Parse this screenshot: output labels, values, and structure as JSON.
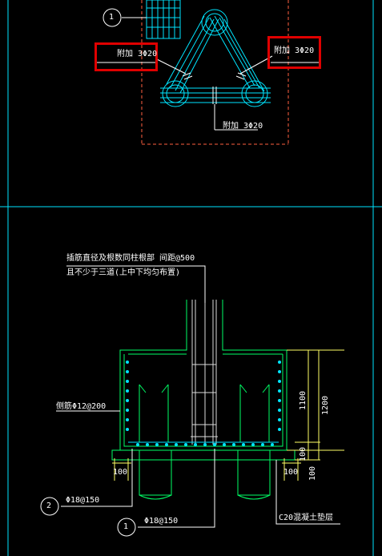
{
  "top_view": {
    "callout_number": "1",
    "added_bars_left": "附加 3Φ20",
    "added_bars_right": "附加 3Φ20",
    "added_bars_bottom": "附加 3Φ20"
  },
  "section_view": {
    "note_line1": "插筋直径及根数同柱根部  间距@500",
    "note_line2": "且不少于三道(上中下均匀布置)",
    "side_rebar": "侧筋Φ12@200",
    "dim_1100": "1100",
    "dim_1200": "1200",
    "dim_100_right_a": "100",
    "dim_100_right_b": "100",
    "dim_100_left": "100",
    "dim_100_bottom_right": "100",
    "bar2_number": "2",
    "bar2_label": "Φ18@150",
    "bar1_number": "1",
    "bar1_label": "Φ18@150",
    "cushion_label": "C20混凝土垫层"
  },
  "colors": {
    "frame": "#00e5ff",
    "concrete": "#00ff66",
    "rebar": "#00e5ff",
    "dashed": "#ff6040",
    "dimension": "#ffff66",
    "text": "#ffffff",
    "highlight": "#e00000"
  }
}
